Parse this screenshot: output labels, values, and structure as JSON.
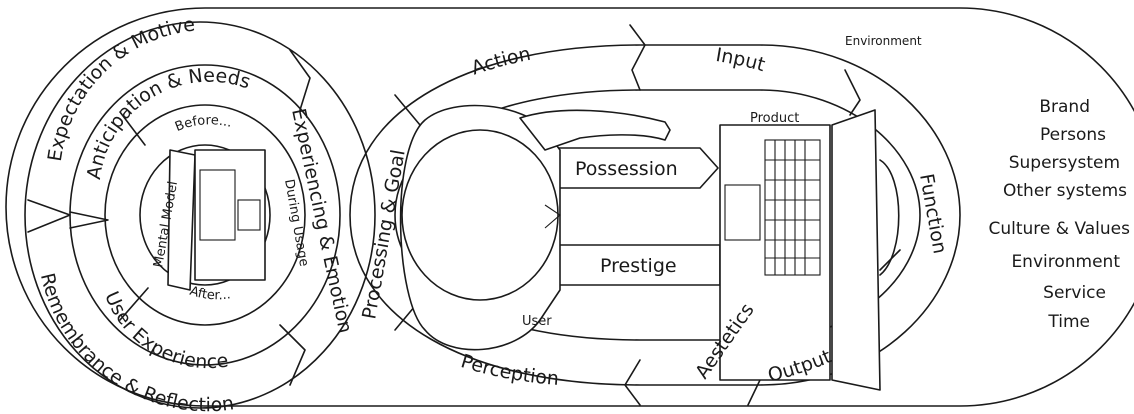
{
  "left_cycle": {
    "outer_top": "Expectation & Motive",
    "outer_bottom": "Remembrance & Reflection",
    "middle_top": "Anticipation & Needs",
    "middle_bottom": "User Experience",
    "right_band": "Experiencing & Emotion",
    "inner_before": "Before...",
    "inner_after": "After...",
    "inner_left": "Mental Model",
    "inner_right": "During Usage"
  },
  "center_loop": {
    "processing": "Processing & Goal",
    "action": "Action",
    "input": "Input",
    "function": "Function",
    "output": "Output",
    "aesthetics": "Aestetics",
    "perception": "Perception",
    "possession": "Possession",
    "prestige": "Prestige",
    "user": "User",
    "product": "Product"
  },
  "environment": {
    "title": "Environment",
    "items": [
      "Brand",
      "Persons",
      "Supersystem",
      "Other systems",
      "Culture & Values",
      "Environment",
      "Service",
      "Time"
    ]
  }
}
